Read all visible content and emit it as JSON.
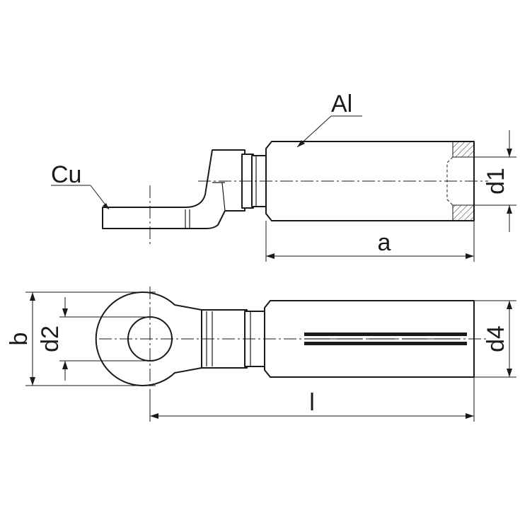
{
  "labels": {
    "aluminium": "Al",
    "copper": "Cu",
    "dim_a": "a",
    "dim_b": "b",
    "dim_d1": "d1",
    "dim_d2": "d2",
    "dim_d4": "d4",
    "dim_l": "l"
  }
}
